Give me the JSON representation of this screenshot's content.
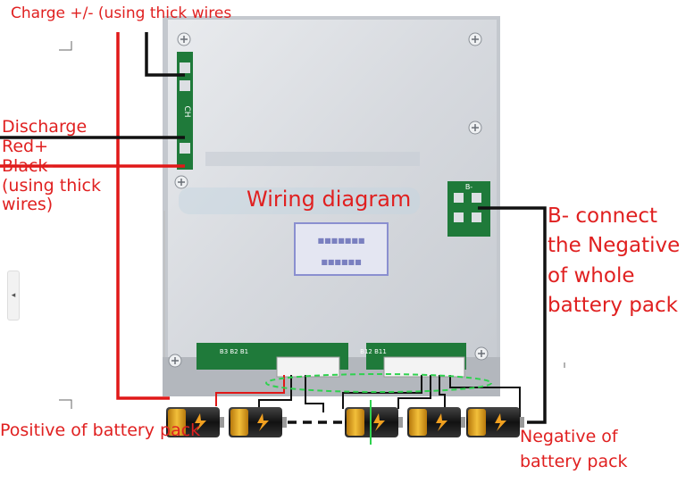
{
  "labels": {
    "charge": "Charge +/- (using thick wires",
    "discharge": [
      "Discharge",
      "Red+",
      "Black-",
      "(using thick",
      "wires)"
    ],
    "wiring_diagram": "Wiring diagram",
    "b_minus": [
      "B- connect",
      "the Negative",
      "of whole",
      "battery pack"
    ],
    "positive": "Positive of battery pack",
    "negative": [
      "Negative of",
      "battery pack"
    ]
  },
  "board": {
    "header_b_minus": "B-",
    "connector_left_text": "B3 B2 B1",
    "connector_right_text": "B12 B11",
    "pad_text": "CH",
    "sticker_lines": [
      "■■■■■■■",
      "■■■■■■"
    ],
    "cell_count": 5
  },
  "colors": {
    "label_red": "#e02020",
    "wire_red": "#e01818",
    "wire_black": "#111111",
    "board": "#d8dbe0",
    "pcb_green": "#1f7a3a",
    "battery_gold": "#e6a31a",
    "dashed_ellipse": "#2fd24f"
  },
  "side_tab": {
    "icon": "chevron-left-icon",
    "glyph": "◂"
  }
}
